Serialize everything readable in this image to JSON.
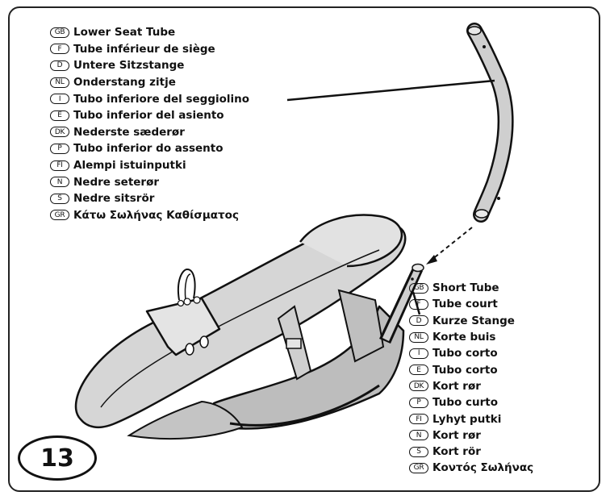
{
  "step_number": "13",
  "lower_seat_tube": [
    {
      "code": "GB",
      "text": "Lower Seat Tube"
    },
    {
      "code": "F",
      "text": "Tube inférieur de siège"
    },
    {
      "code": "D",
      "text": "Untere Sitzstange"
    },
    {
      "code": "NL",
      "text": "Onderstang zitje"
    },
    {
      "code": "I",
      "text": "Tubo inferiore del seggiolino"
    },
    {
      "code": "E",
      "text": "Tubo inferior del asiento"
    },
    {
      "code": "DK",
      "text": "Nederste sæderør"
    },
    {
      "code": "P",
      "text": "Tubo inferior do assento"
    },
    {
      "code": "FI",
      "text": "Alempi istuinputki"
    },
    {
      "code": "N",
      "text": "Nedre seterør"
    },
    {
      "code": "S",
      "text": "Nedre sitsrör"
    },
    {
      "code": "GR",
      "text": "Κάτω Σωλήνας Καθίσματος"
    }
  ],
  "short_tube": [
    {
      "code": "GB",
      "text": "Short Tube"
    },
    {
      "code": "F",
      "text": "Tube court"
    },
    {
      "code": "D",
      "text": "Kurze Stange"
    },
    {
      "code": "NL",
      "text": "Korte buis"
    },
    {
      "code": "I",
      "text": "Tubo corto"
    },
    {
      "code": "E",
      "text": "Tubo corto"
    },
    {
      "code": "DK",
      "text": "Kort rør"
    },
    {
      "code": "P",
      "text": "Tubo curto"
    },
    {
      "code": "FI",
      "text": "Lyhyt putki"
    },
    {
      "code": "N",
      "text": "Kort rør"
    },
    {
      "code": "S",
      "text": "Kort rör"
    },
    {
      "code": "GR",
      "text": "Κοντός Σωλήνας"
    }
  ],
  "colors": {
    "outline": "#111111",
    "seat_fill": "#d6d6d6",
    "tube_fill": "#cfcfcf"
  }
}
